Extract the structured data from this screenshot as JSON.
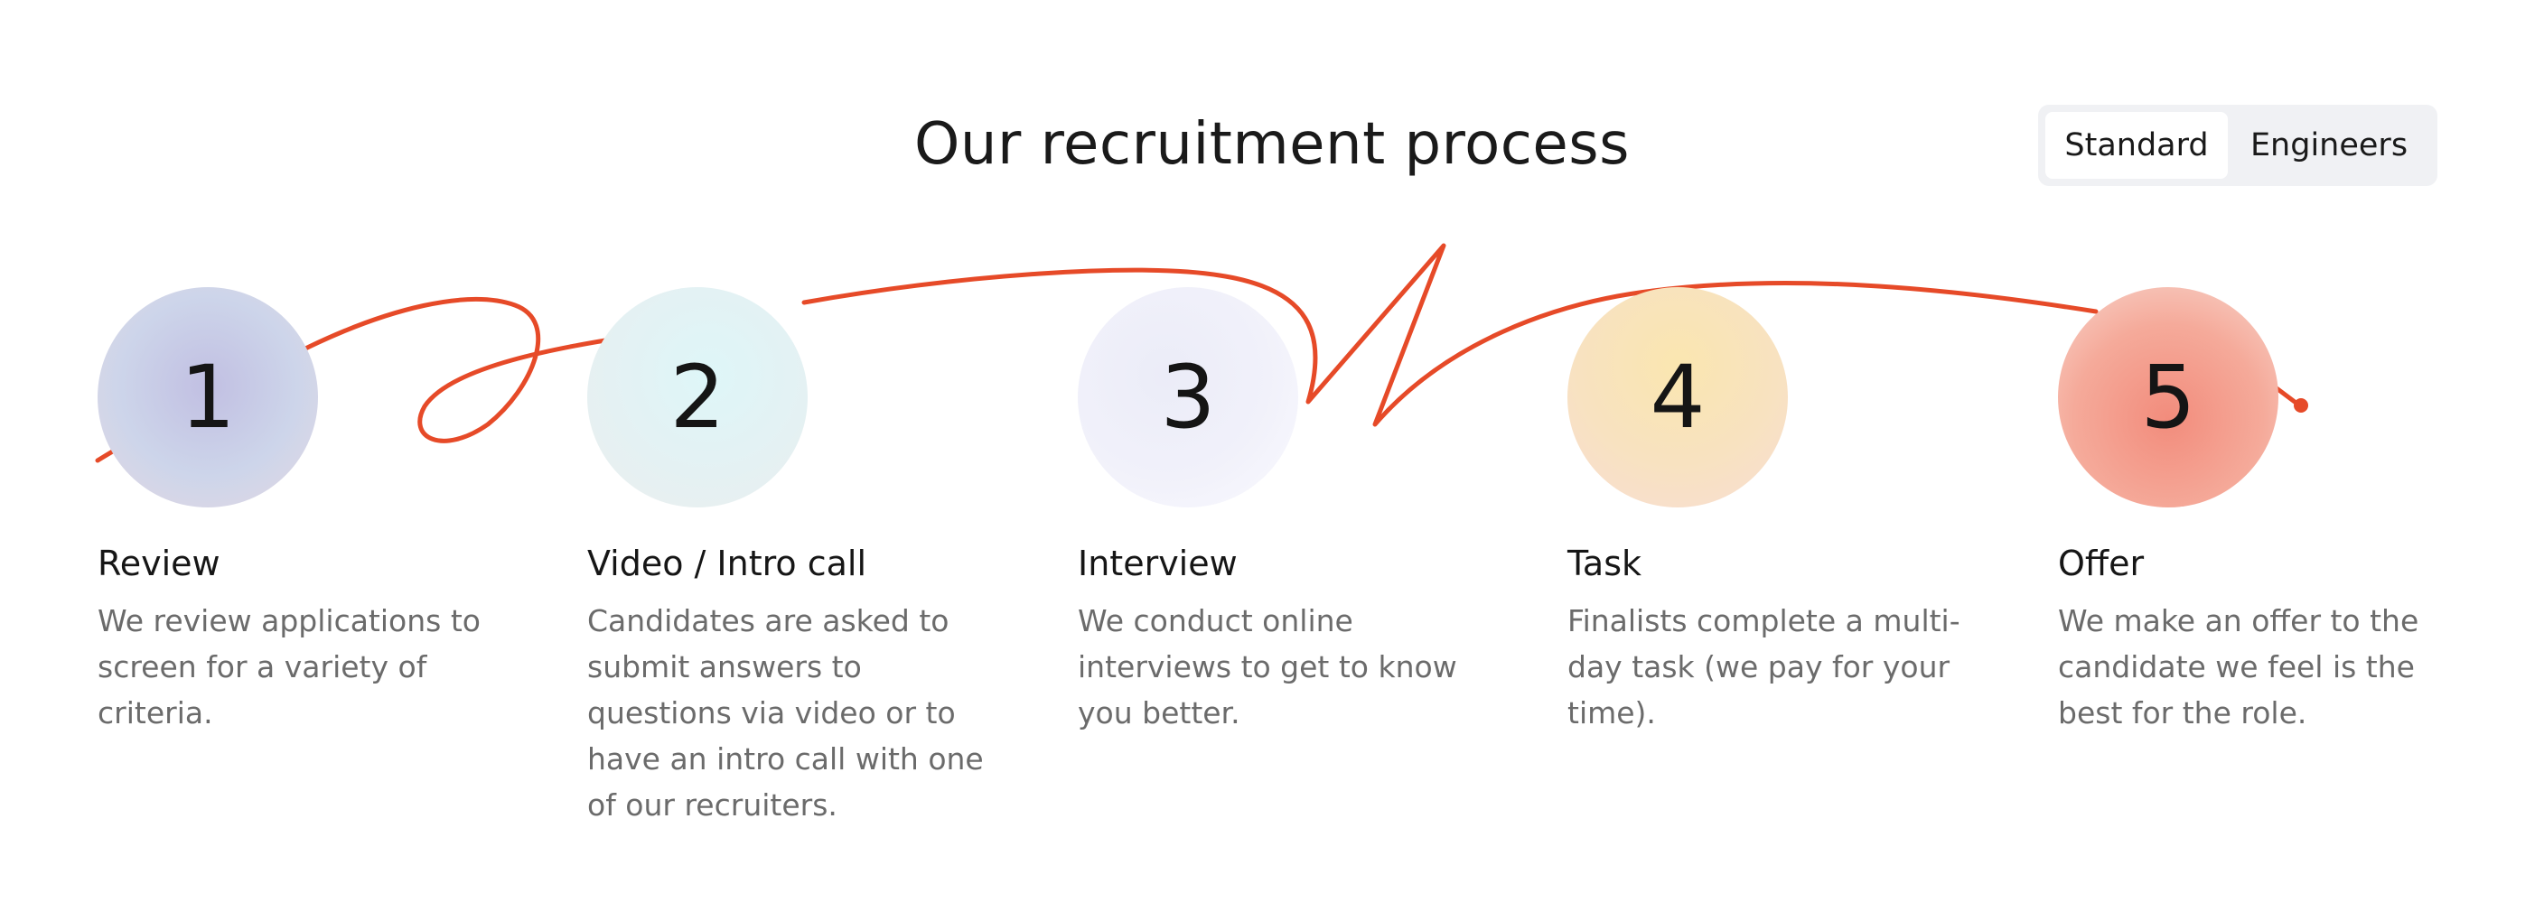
{
  "header": {
    "title": "Our recruitment process"
  },
  "toggle": {
    "options": [
      "Standard",
      "Engineers"
    ],
    "selected": "Standard"
  },
  "steps": [
    {
      "number": "1",
      "title": "Review",
      "description": "We review applications to screen for a variety of criteria."
    },
    {
      "number": "2",
      "title": "Video / Intro call",
      "description": "Candidates are asked to submit answers to questions via video or to have an intro call with one of our recruiters."
    },
    {
      "number": "3",
      "title": "Interview",
      "description": "We conduct online interviews to get to know you better."
    },
    {
      "number": "4",
      "title": "Task",
      "description": "Finalists complete a multi-day task (we pay for your time)."
    },
    {
      "number": "5",
      "title": "Offer",
      "description": "We make an offer to the candidate we feel is the best for the role."
    }
  ],
  "colors": {
    "accent_line": "#e64a28",
    "toggle_bg": "#f0f1f4",
    "title_text": "#1a1a1a",
    "body_text": "#6b6b6b"
  }
}
